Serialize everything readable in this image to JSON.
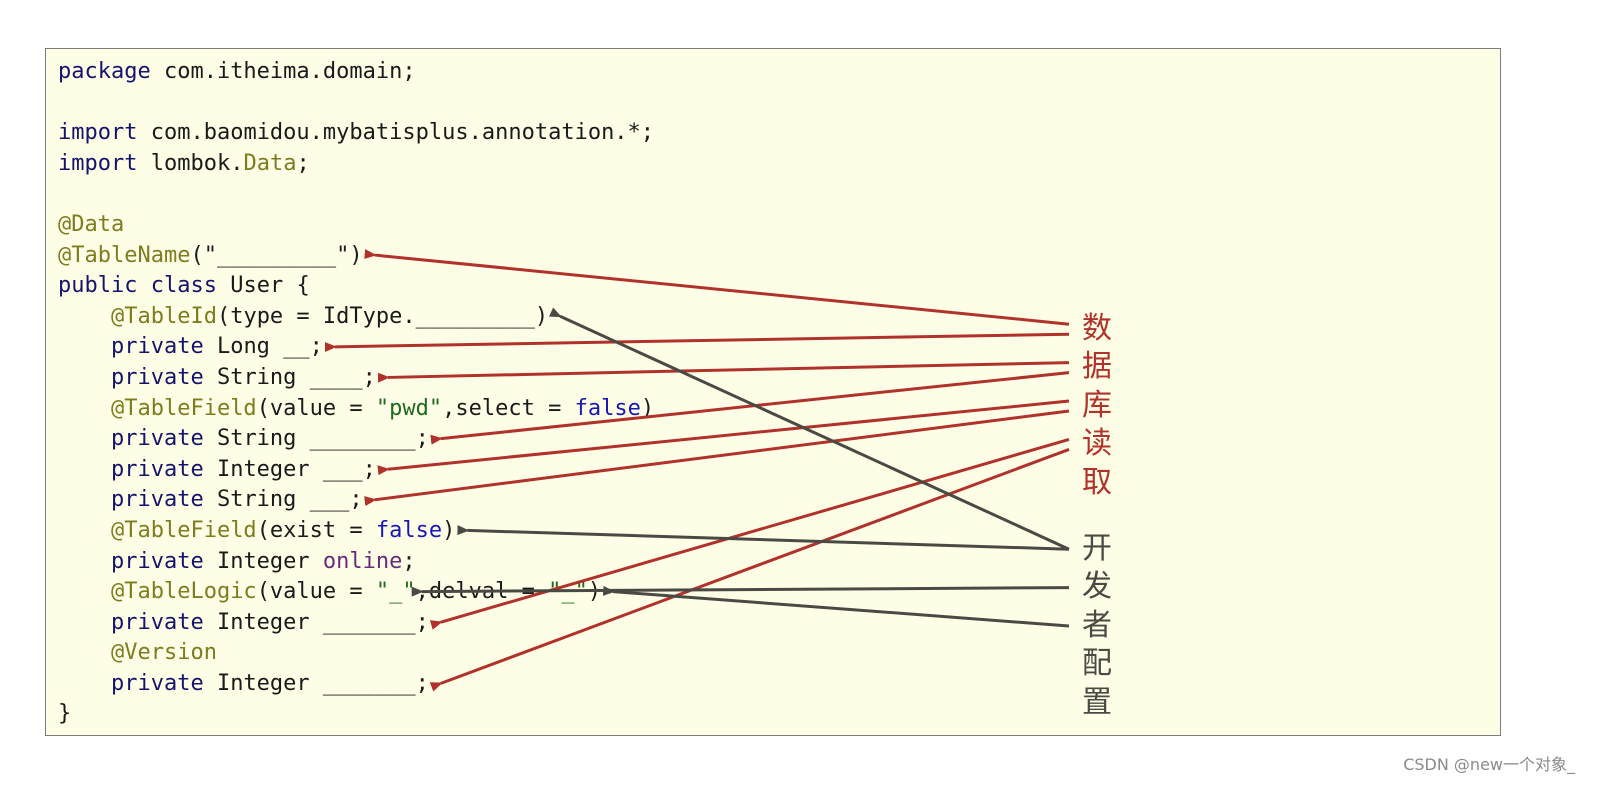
{
  "code_lines": [
    [
      {
        "t": "package",
        "c": "kw"
      },
      {
        "t": " com.itheima.domain;",
        "c": "plain"
      }
    ],
    [],
    [
      {
        "t": "import",
        "c": "kw"
      },
      {
        "t": " com.baomidou.mybatisplus.annotation.*;",
        "c": "plain"
      }
    ],
    [
      {
        "t": "import",
        "c": "kw"
      },
      {
        "t": " lombok.",
        "c": "plain"
      },
      {
        "t": "Data",
        "c": "ann"
      },
      {
        "t": ";",
        "c": "plain"
      }
    ],
    [],
    [
      {
        "t": "@Data",
        "c": "ann"
      }
    ],
    [
      {
        "t": "@TableName",
        "c": "ann"
      },
      {
        "t": "(\"_________\")",
        "c": "plain"
      }
    ],
    [
      {
        "t": "public",
        "c": "kw"
      },
      {
        "t": " ",
        "c": "plain"
      },
      {
        "t": "class",
        "c": "kw"
      },
      {
        "t": " User {",
        "c": "plain"
      }
    ],
    [
      {
        "t": "    ",
        "c": "plain"
      },
      {
        "t": "@TableId",
        "c": "ann"
      },
      {
        "t": "(type = IdType._________)",
        "c": "plain"
      }
    ],
    [
      {
        "t": "    ",
        "c": "plain"
      },
      {
        "t": "private",
        "c": "kw"
      },
      {
        "t": " Long __;",
        "c": "plain"
      }
    ],
    [
      {
        "t": "    ",
        "c": "plain"
      },
      {
        "t": "private",
        "c": "kw"
      },
      {
        "t": " String ____;",
        "c": "plain"
      }
    ],
    [
      {
        "t": "    ",
        "c": "plain"
      },
      {
        "t": "@TableField",
        "c": "ann"
      },
      {
        "t": "(value = ",
        "c": "plain"
      },
      {
        "t": "\"pwd\"",
        "c": "str"
      },
      {
        "t": ",select = ",
        "c": "plain"
      },
      {
        "t": "false",
        "c": "bool"
      },
      {
        "t": ")",
        "c": "plain"
      }
    ],
    [
      {
        "t": "    ",
        "c": "plain"
      },
      {
        "t": "private",
        "c": "kw"
      },
      {
        "t": " String ________;",
        "c": "plain"
      }
    ],
    [
      {
        "t": "    ",
        "c": "plain"
      },
      {
        "t": "private",
        "c": "kw"
      },
      {
        "t": " Integer ___;",
        "c": "plain"
      }
    ],
    [
      {
        "t": "    ",
        "c": "plain"
      },
      {
        "t": "private",
        "c": "kw"
      },
      {
        "t": " String ___;",
        "c": "plain"
      }
    ],
    [
      {
        "t": "    ",
        "c": "plain"
      },
      {
        "t": "@TableField",
        "c": "ann"
      },
      {
        "t": "(exist = ",
        "c": "plain"
      },
      {
        "t": "false",
        "c": "bool"
      },
      {
        "t": ")",
        "c": "plain"
      }
    ],
    [
      {
        "t": "    ",
        "c": "plain"
      },
      {
        "t": "private",
        "c": "kw"
      },
      {
        "t": " Integer ",
        "c": "plain"
      },
      {
        "t": "online",
        "c": "field"
      },
      {
        "t": ";",
        "c": "plain"
      }
    ],
    [
      {
        "t": "    ",
        "c": "plain"
      },
      {
        "t": "@TableLogic",
        "c": "ann"
      },
      {
        "t": "(value = ",
        "c": "plain"
      },
      {
        "t": "\"_\"",
        "c": "str"
      },
      {
        "t": ",delval = ",
        "c": "plain"
      },
      {
        "t": "\"_\"",
        "c": "str"
      },
      {
        "t": ")",
        "c": "plain"
      }
    ],
    [
      {
        "t": "    ",
        "c": "plain"
      },
      {
        "t": "private",
        "c": "kw"
      },
      {
        "t": " Integer _______;",
        "c": "plain"
      }
    ],
    [
      {
        "t": "    ",
        "c": "plain"
      },
      {
        "t": "@Version",
        "c": "ann"
      }
    ],
    [
      {
        "t": "    ",
        "c": "plain"
      },
      {
        "t": "private",
        "c": "kw"
      },
      {
        "t": " Integer _______;",
        "c": "plain"
      }
    ],
    [
      {
        "t": "}",
        "c": "plain"
      }
    ]
  ],
  "labels": {
    "database_read": "数据库读取",
    "developer_config": "开发者配置"
  },
  "watermark": "CSDN @new一个对象_",
  "colors": {
    "panel_bg": "#fefde6",
    "keyword": "#14146e",
    "annotation": "#7d7d1f",
    "string": "#1d6b1d",
    "boolean": "#1818b4",
    "database_arrow": "#b0322a",
    "developer_arrow": "#4a4a44"
  },
  "arrows": [
    {
      "group": "database_read",
      "from": "database_read",
      "to_line": 6
    },
    {
      "group": "database_read",
      "from": "database_read",
      "to_line": 9
    },
    {
      "group": "database_read",
      "from": "database_read",
      "to_line": 10
    },
    {
      "group": "database_read",
      "from": "database_read",
      "to_line": 12
    },
    {
      "group": "database_read",
      "from": "database_read",
      "to_line": 13
    },
    {
      "group": "database_read",
      "from": "database_read",
      "to_line": 14
    },
    {
      "group": "database_read",
      "from": "database_read",
      "to_line": 18
    },
    {
      "group": "database_read",
      "from": "database_read",
      "to_line": 20
    },
    {
      "group": "developer_config",
      "from": "developer_config",
      "to_line": 8
    },
    {
      "group": "developer_config",
      "from": "developer_config",
      "to_line": 15
    },
    {
      "group": "developer_config",
      "from": "developer_config",
      "to_line": 17
    },
    {
      "group": "developer_config",
      "from": "developer_config",
      "to_line": 17
    }
  ]
}
